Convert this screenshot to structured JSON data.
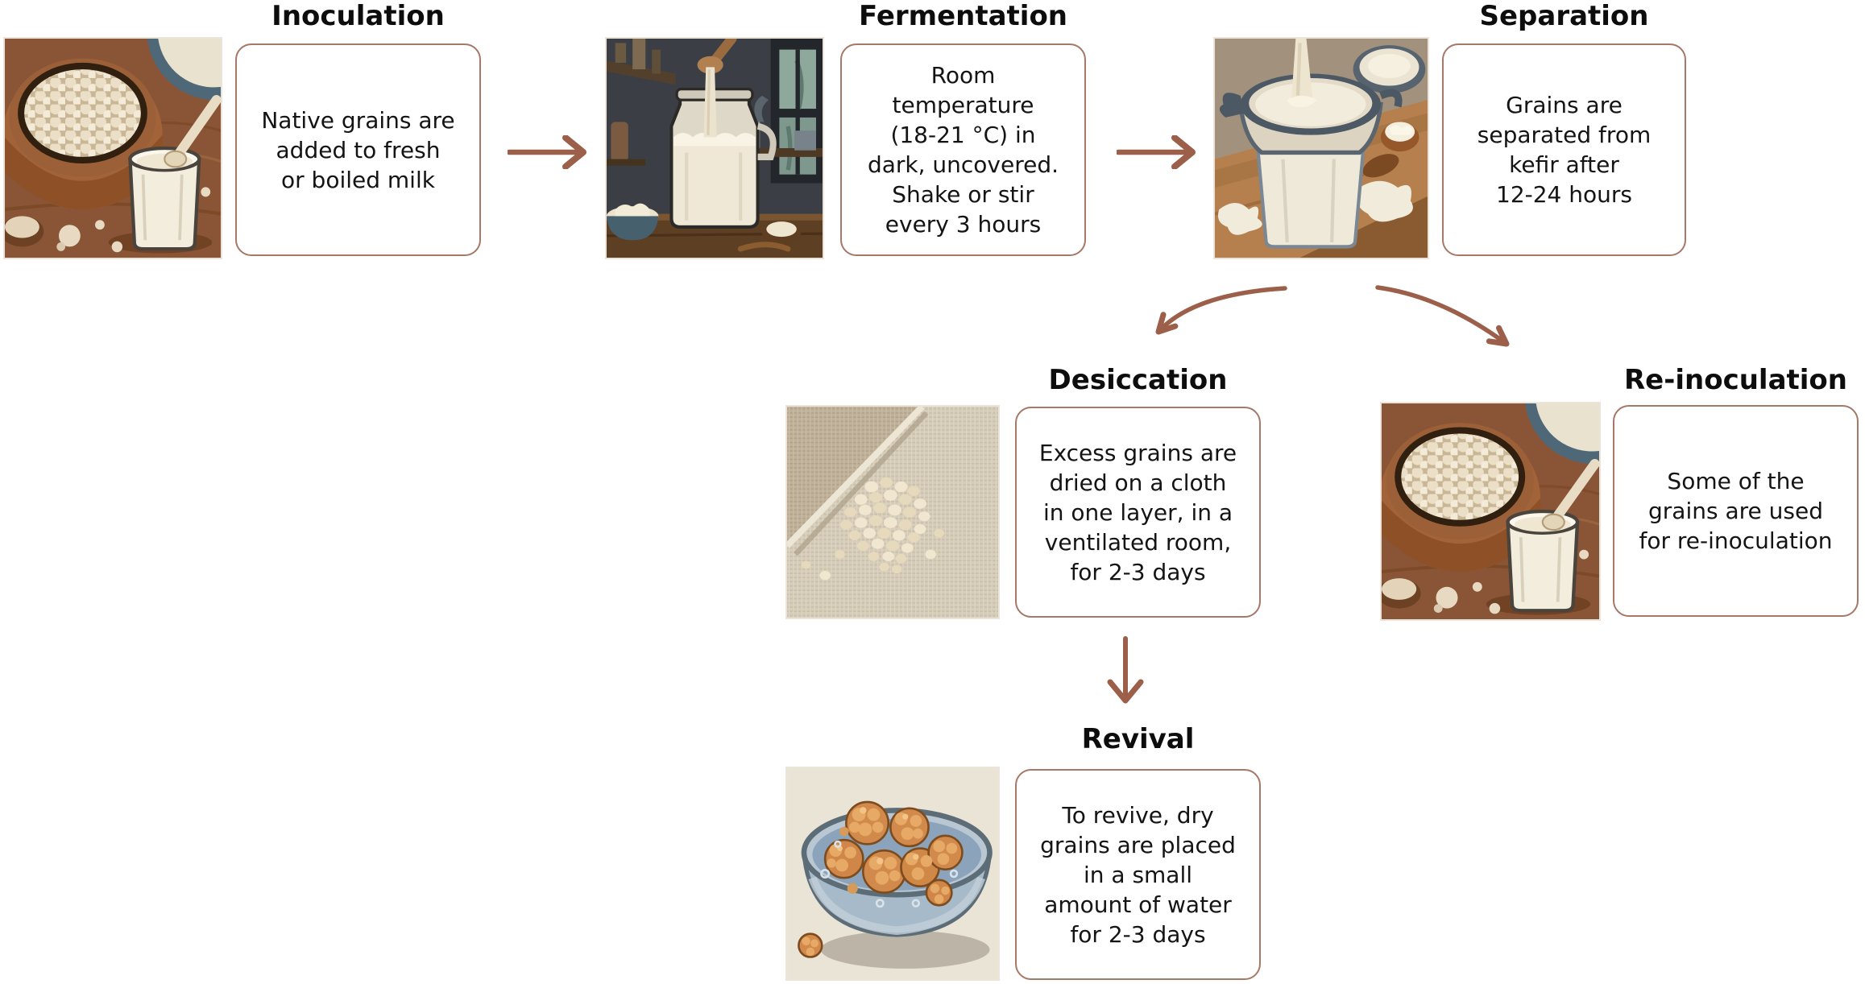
{
  "figure": {
    "name": "Kefir grains handling process flow",
    "background": "#ffffff"
  },
  "palette": {
    "arrow": "#9b5f4a",
    "box_border": "#a57868",
    "title_color": "#0d0d0d",
    "body_color": "#141414"
  },
  "stages": [
    {
      "id": "inoculation",
      "title": "Inoculation",
      "text": "Native grains are\nadded to fresh\nor boiled milk",
      "image": "wooden-bowl-of-kefir-grains-with-glass-of-milk-illustration"
    },
    {
      "id": "fermentation",
      "title": "Fermentation",
      "text": "Room\ntemperature\n(18-21 °C) in\ndark, uncovered.\nShake or stir\nevery 3 hours",
      "image": "milk-jar-fermenting-in-dark-room-illustration"
    },
    {
      "id": "separation",
      "title": "Separation",
      "text": "Grains are\nseparated from\nkefir after\n12-24 hours",
      "image": "kefir-poured-through-strainer-illustration"
    },
    {
      "id": "desiccation",
      "title": "Desiccation",
      "text": "Excess grains are\ndried on a cloth\nin one layer, in a\nventilated room,\nfor 2-3 days",
      "image": "kefir-grains-drying-on-linen-cloth-photo"
    },
    {
      "id": "reinoculation",
      "title": "Re-inoculation",
      "text": "Some of the\ngrains are used\nfor re-inoculation",
      "image": "wooden-bowl-of-kefir-grains-with-glass-of-milk-illustration"
    },
    {
      "id": "revival",
      "title": "Revival",
      "text": "To revive, dry\ngrains are placed\nin a small\namount of water\nfor 2-3 days",
      "image": "dried-grains-rehydrating-in-blue-bowl-of-water-illustration"
    }
  ],
  "arrows": [
    {
      "icon": "arrow-right-icon",
      "from": "Inoculation",
      "to": "Fermentation"
    },
    {
      "icon": "arrow-right-icon",
      "from": "Fermentation",
      "to": "Separation"
    },
    {
      "icon": "curved-arrow-down-left-icon",
      "from": "Separation",
      "to": "Desiccation"
    },
    {
      "icon": "curved-arrow-down-right-icon",
      "from": "Separation",
      "to": "Re-inoculation"
    },
    {
      "icon": "arrow-down-icon",
      "from": "Desiccation",
      "to": "Revival"
    }
  ]
}
